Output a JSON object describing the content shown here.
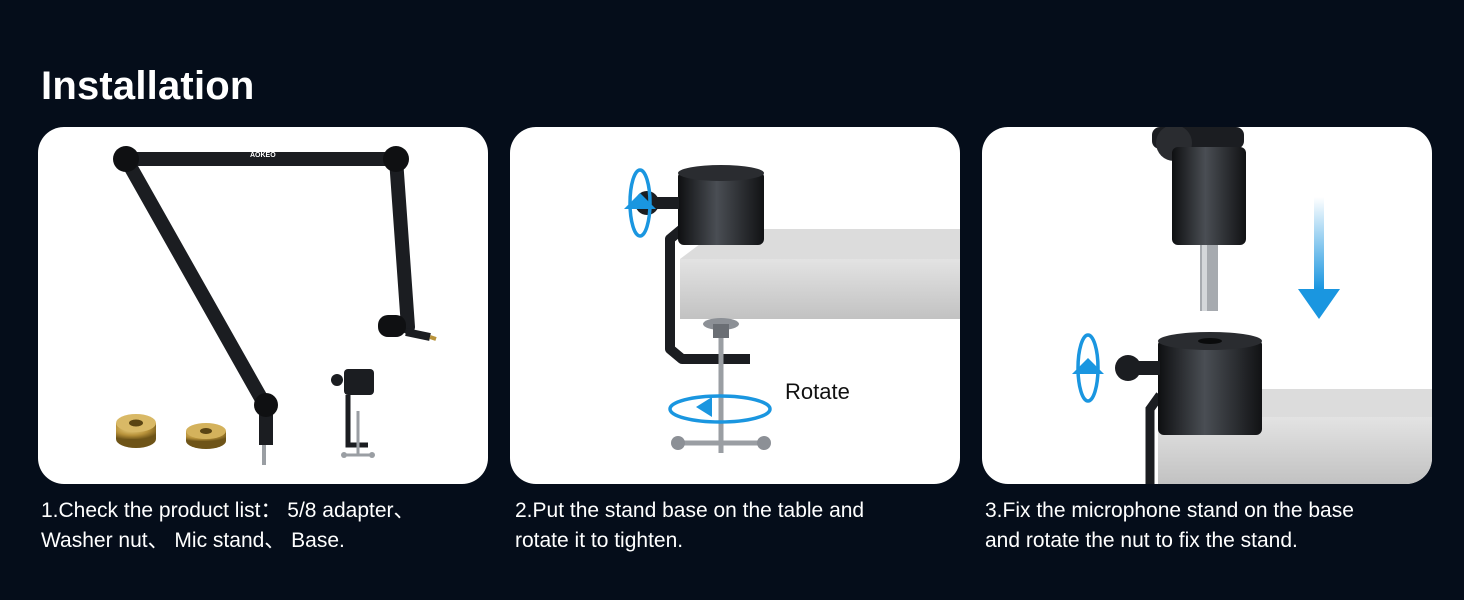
{
  "page": {
    "title": "Installation"
  },
  "panels": [
    {
      "brand_label": "AOKEO",
      "caption_lines": [
        "1.Check the product list： 5/8 adapter、",
        "Washer nut、 Mic stand、 Base."
      ]
    },
    {
      "rotate_label": "Rotate",
      "caption_lines": [
        "2.Put the stand base on the table and",
        "rotate it to tighten."
      ]
    },
    {
      "caption_lines": [
        "3.Fix the microphone stand on the base",
        "and rotate the nut to fix the stand."
      ]
    }
  ],
  "colors": {
    "background": "#050d1a",
    "panel": "#ffffff",
    "accent_arrow": "#1a96e0",
    "metal_dark": "#1b1d21",
    "table_gray": "#c4c4c4",
    "brass": "#b8923a"
  },
  "icons": [
    "rotate-arrow-icon",
    "down-arrow-icon"
  ]
}
